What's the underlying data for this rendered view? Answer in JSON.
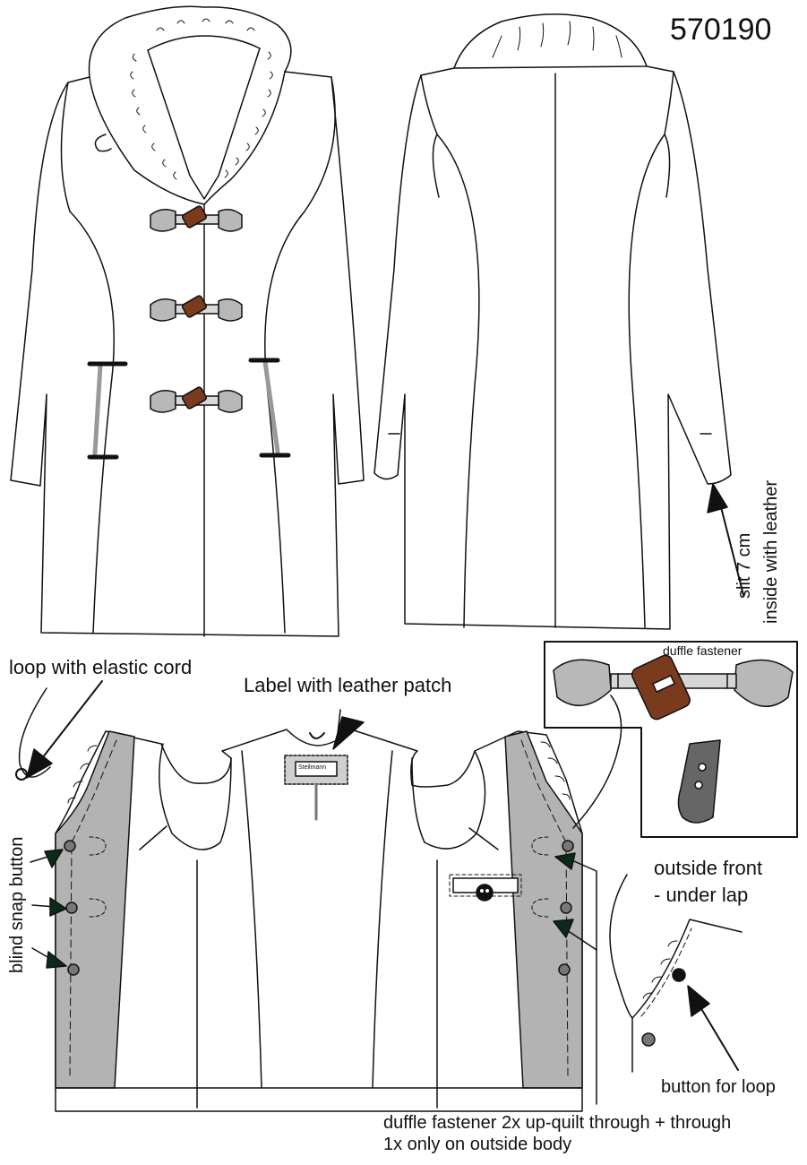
{
  "style_number": "570190",
  "labels": {
    "slit_line1": "slit 7 cm",
    "slit_line2": "inside with leather",
    "loop": "loop with elastic cord",
    "label_patch": "Label with leather patch",
    "duffle_fastener": "duffle fastener",
    "blind_snap": "blind snap button",
    "outside_front_line1": "outside front",
    "outside_front_line2": "- under lap",
    "button_loop": "button for loop",
    "duffle_note_line1": "duffle fastener 2x up-quilt through + through",
    "duffle_note_line2": "1x only on outside body",
    "brand_tag": "Steilmann"
  },
  "colors": {
    "outline": "#111111",
    "facing_gray": "#b3b3b3",
    "toggle_gray": "#b8b8b8",
    "toggle_brown": "#7a3a1e",
    "arrow": "#0b2a1a"
  }
}
